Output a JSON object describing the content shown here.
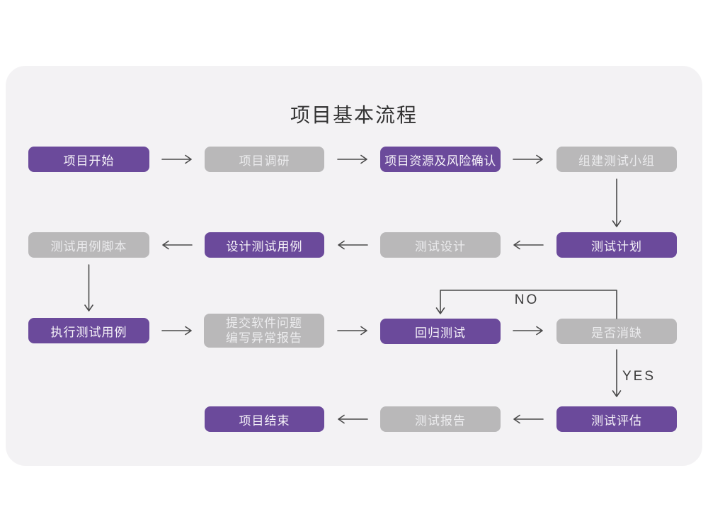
{
  "title": "项目基本流程",
  "labels": {
    "no": "NO",
    "yes": "YES"
  },
  "colors": {
    "purple": "#6b4a9b",
    "purple_text": "#f6f3f9",
    "gray": "#b9b8b9",
    "gray_text": "#ebebed",
    "arrow": "#4a4a4a",
    "card_background": "#f3f2f4",
    "page_background": "#ffffff",
    "title_text": "#333333"
  },
  "nodes": [
    {
      "id": "project-start",
      "label": "项目开始",
      "variant": "purple"
    },
    {
      "id": "project-research",
      "label": "项目调研",
      "variant": "gray"
    },
    {
      "id": "resource-risk",
      "label": "项目资源及风险确认",
      "variant": "purple"
    },
    {
      "id": "build-team",
      "label": "组建测试小组",
      "variant": "gray"
    },
    {
      "id": "test-plan",
      "label": "测试计划",
      "variant": "purple"
    },
    {
      "id": "test-design",
      "label": "测试设计",
      "variant": "gray"
    },
    {
      "id": "design-cases",
      "label": "设计测试用例",
      "variant": "purple"
    },
    {
      "id": "case-script",
      "label": "测试用例脚本",
      "variant": "gray"
    },
    {
      "id": "execute-cases",
      "label": "执行测试用例",
      "variant": "purple"
    },
    {
      "id": "submit-issues",
      "label": "提交软件问题",
      "label2": "编写异常报告",
      "variant": "gray"
    },
    {
      "id": "regression-test",
      "label": "回归测试",
      "variant": "purple"
    },
    {
      "id": "defect-cleared",
      "label": "是否消缺",
      "variant": "gray"
    },
    {
      "id": "test-evaluation",
      "label": "测试评估",
      "variant": "purple"
    },
    {
      "id": "test-report",
      "label": "测试报告",
      "variant": "gray"
    },
    {
      "id": "project-end",
      "label": "项目结束",
      "variant": "purple"
    }
  ]
}
